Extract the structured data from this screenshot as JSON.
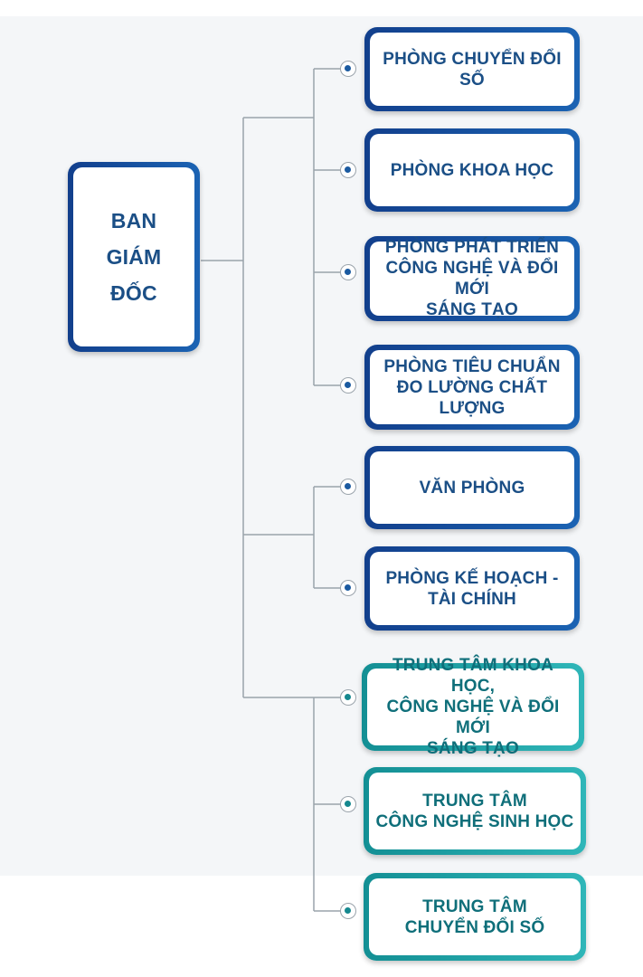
{
  "root": {
    "label": "BAN\nGIÁM\nĐỐC"
  },
  "groups": [
    {
      "items": [
        {
          "label": "PHÒNG CHUYỂN ĐỔI SỐ"
        },
        {
          "label": "PHÒNG KHOA HỌC"
        },
        {
          "label": "PHÒNG PHÁT TRIỂN\nCÔNG NGHỆ VÀ ĐỔI MỚI\nSÁNG TẠO"
        },
        {
          "label": "PHÒNG TIÊU CHUẨN\nĐO LƯỜNG CHẤT LƯỢNG"
        }
      ]
    },
    {
      "items": [
        {
          "label": "VĂN PHÒNG"
        },
        {
          "label": "PHÒNG KẾ HOẠCH -\nTÀI CHÍNH"
        }
      ]
    },
    {
      "items": [
        {
          "label": "TRUNG TÂM KHOA HỌC,\nCÔNG NGHỆ VÀ ĐỔI MỚI\nSÁNG TẠO"
        },
        {
          "label": "TRUNG TÂM\nCÔNG NGHỆ SINH HỌC"
        },
        {
          "label": "TRUNG TÂM\nCHUYỂN ĐỔI SỐ"
        }
      ]
    }
  ],
  "colors": {
    "blue_border": "#1b5aa0",
    "teal_border": "#1fa3a8",
    "blue_text": "#1b4f86",
    "teal_text": "#0f6f7a",
    "connector": "#9aa3ab",
    "background": "#f4f6f8"
  }
}
